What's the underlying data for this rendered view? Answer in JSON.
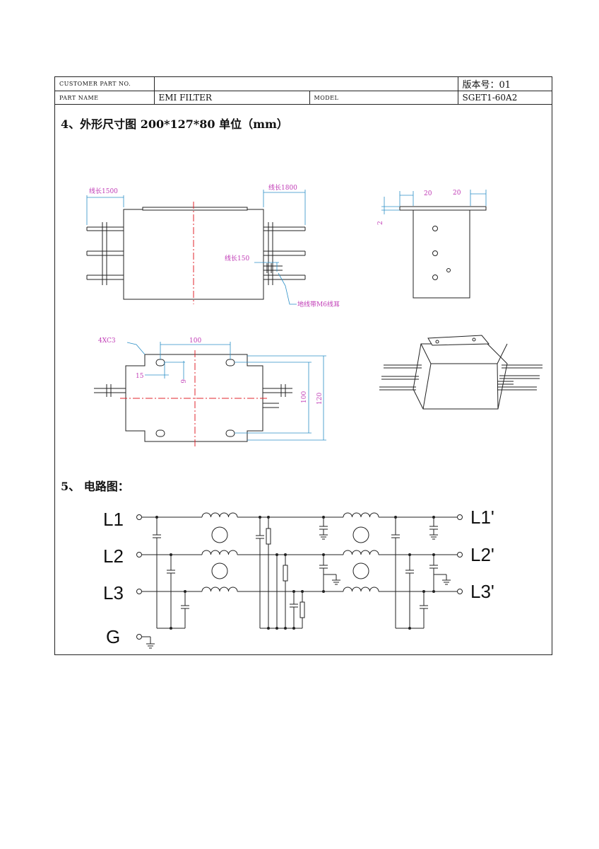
{
  "header": {
    "customer_part_no_label": "CUSTOMER  PART  NO.",
    "customer_part_no_value": "",
    "version": "版本号：01",
    "part_name_label": "PART  NAME",
    "part_name_value": "EMI FILTER",
    "model_label": "MODEL",
    "model_value": "SGET1-60A2"
  },
  "section4": {
    "title": "4、外形尺寸图 200*127*80 单位（mm）"
  },
  "dimensions": {
    "lead_len_left": "线长1500",
    "lead_len_right": "线长1800",
    "lead_len_ground": "线长150",
    "ground_lug": "地线带M6线耳",
    "side_20a": "20",
    "side_20b": "20",
    "side_2": "2",
    "chamfer": "4XC3",
    "hole_pitch": "100",
    "offset_15": "15",
    "offset_6": "6",
    "hole_span": "100",
    "height_120": "120"
  },
  "section5": {
    "title": "5、  电路图："
  },
  "circuit": {
    "in_labels": [
      "L1",
      "L2",
      "L3",
      "G"
    ],
    "out_labels": [
      "L1'",
      "L2'",
      "L3'"
    ]
  },
  "colors": {
    "dimension": "#c03bb6",
    "centerline": "#e0242c",
    "leader": "#2b8fc7",
    "line": "#222222"
  }
}
